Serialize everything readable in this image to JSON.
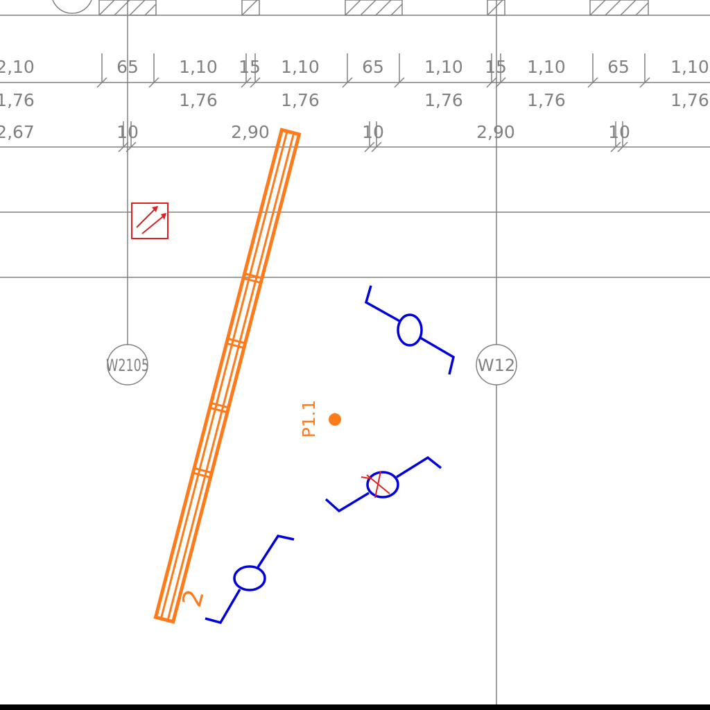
{
  "colors": {
    "line": "#808080",
    "dimension_text": "#808080",
    "beam": "#ff7a1a",
    "section_mark": "#0000dd",
    "fixture": "#e02020",
    "bottom_bar": "#000000"
  },
  "dimension_rows": {
    "row1": [
      "2,10",
      "65",
      "1,10",
      "15",
      "1,10",
      "65",
      "1,10",
      "15",
      "1,10",
      "65",
      "1,10"
    ],
    "row2": [
      "1,76",
      "1,76",
      "1,76",
      "1,76",
      "1,76",
      "1,76"
    ],
    "row3": [
      "2,67",
      "10",
      "2,90",
      "10",
      "2,90",
      "10"
    ]
  },
  "axis_labels": {
    "left": "W2105",
    "right": "W12"
  },
  "point_label": "P1.1",
  "beam_number": "2",
  "icons": {
    "fixture": "double-arrow-fixture-icon",
    "section_mark": "section-cut-mark-icon",
    "point": "reference-point-icon"
  }
}
